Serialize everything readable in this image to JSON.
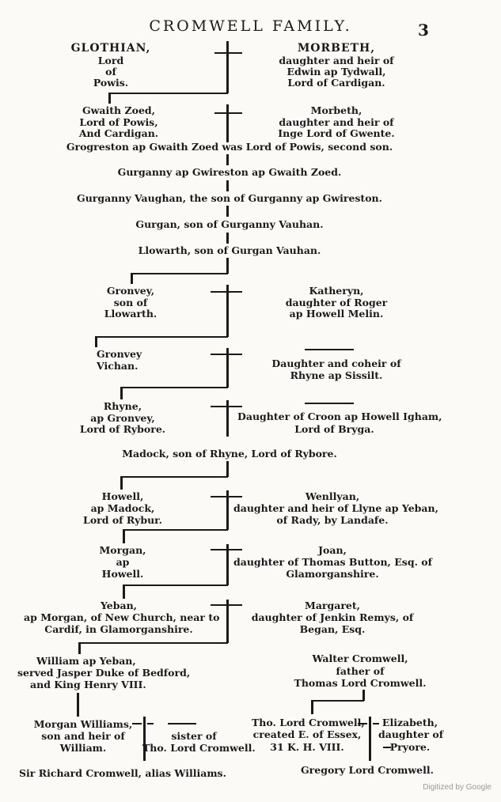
{
  "header": {
    "title": "CROMWELL FAMILY.",
    "page_number": "3"
  },
  "gen1": {
    "left": [
      "GLOTHIAN,",
      "Lord",
      "of",
      "Powis."
    ],
    "right": [
      "MORBETH,",
      "daughter and heir of",
      "Edwin ap Tydwall,",
      "Lord of Cardigan."
    ]
  },
  "gen2": {
    "left": [
      "Gwaith Zoed,",
      "Lord of Powis,",
      "And Cardigan."
    ],
    "right": [
      "Morbeth,",
      "daughter and heir of",
      "Inge Lord of Gwente."
    ]
  },
  "line_grogreston": "Grogreston ap Gwaith Zoed was Lord of Powis, second son.",
  "line_gurganny": "Gurganny ap Gwireston ap Gwaith Zoed.",
  "line_gurganny_vaughan": "Gurganny Vaughan, the son of Gurganny ap Gwireston.",
  "line_gurgan": "Gurgan, son of Gurganny Vauhan.",
  "line_llowarth": "Llowarth, son of Gurgan Vauhan.",
  "gen_gronvey": {
    "left": [
      "Gronvey,",
      "son of",
      "Llowarth."
    ],
    "right": [
      "Katheryn,",
      "daughter of Roger",
      "ap Howell Melin."
    ]
  },
  "gen_vichan": {
    "left": [
      "Gronvey",
      "Vichan."
    ],
    "right": [
      "Daughter and coheir of",
      "Rhyne ap Sissilt."
    ]
  },
  "gen_rhyne": {
    "left": [
      "Rhyne,",
      "ap Gronvey,",
      "Lord of Rybore."
    ],
    "right": [
      "Daughter of Croon ap Howell Igham,",
      "Lord of Bryga."
    ]
  },
  "line_madock": "Madock, son of Rhyne, Lord of Rybore.",
  "gen_howell": {
    "left": [
      "Howell,",
      "ap Madock,",
      "Lord of Rybur."
    ],
    "right": [
      "Wenllyan,",
      "daughter and heir of Llyne ap Yeban,",
      "of Rady, by Landafe."
    ]
  },
  "gen_morgan": {
    "left": [
      "Morgan,",
      "ap",
      "Howell."
    ],
    "right": [
      "Joan,",
      "daughter of Thomas Button, Esq. of",
      "Glamorganshire."
    ]
  },
  "gen_yeban": {
    "left": [
      "Yeban,",
      "ap Morgan, of New Church, near to",
      "Cardif, in Glamorganshire."
    ],
    "right": [
      "Margaret,",
      "daughter of Jenkin Remys, of",
      "Began, Esq."
    ]
  },
  "william": [
    "William ap Yeban,",
    "served Jasper Duke of Bedford,",
    "and King Henry VIII."
  ],
  "walter": [
    "Walter Cromwell,",
    "father of",
    "Thomas Lord Cromwell."
  ],
  "morgan_williams": [
    "Morgan Williams,",
    "son and heir of",
    "William."
  ],
  "sister": [
    "sister of",
    "Tho. Lord Cromwell."
  ],
  "tho_lord": [
    "Tho. Lord Cromwell,",
    "created E. of Essex,",
    "31 K. H. VIII."
  ],
  "elizabeth": [
    "Elizabeth,",
    "daughter of",
    "Pryore."
  ],
  "richard": "Sir Richard Cromwell, alias Williams.",
  "gregory": "Gregory Lord Cromwell.",
  "watermark": "Digitized by Google"
}
